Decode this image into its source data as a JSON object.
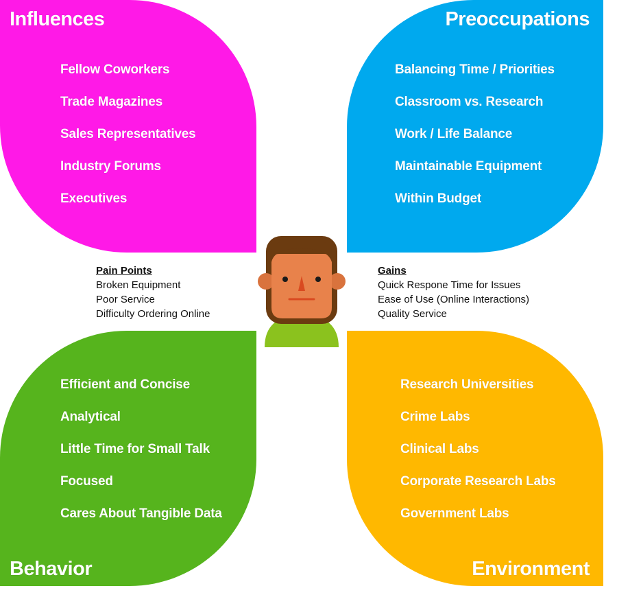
{
  "colors": {
    "influences": "#ff19e7",
    "preoccupations": "#00a9ee",
    "behavior": "#56b41d",
    "environment": "#ffb800",
    "hair": "#6b3b10",
    "skin": "#e8824b",
    "ears": "#d9733d",
    "shirt": "#8bc21e",
    "mouth": "#d94a20"
  },
  "quadrants": {
    "influences": {
      "title": "Influences",
      "items": [
        "Fellow Coworkers",
        "Trade Magazines",
        "Sales Representatives",
        "Industry Forums",
        "Executives"
      ]
    },
    "preoccupations": {
      "title": "Preoccupations",
      "items": [
        "Balancing Time / Priorities",
        "Classroom vs. Research",
        "Work / Life Balance",
        "Maintainable Equipment",
        "Within Budget"
      ]
    },
    "behavior": {
      "title": "Behavior",
      "items": [
        "Efficient and Concise",
        "Analytical",
        "Little Time for Small Talk",
        "Focused",
        "Cares About Tangible Data"
      ]
    },
    "environment": {
      "title": "Environment",
      "items": [
        "Research Universities",
        "Crime Labs",
        "Clinical Labs",
        "Corporate Research Labs",
        "Government Labs"
      ]
    }
  },
  "pain_points": {
    "heading": "Pain Points",
    "items": [
      "Broken Equipment",
      "Poor Service",
      "Difficulty Ordering Online"
    ]
  },
  "gains": {
    "heading": "Gains",
    "items": [
      "Quick Respone Time for Issues",
      "Ease of Use (Online Interactions)",
      "Quality Service"
    ]
  },
  "persona": {
    "icon": "persona-avatar-icon"
  }
}
